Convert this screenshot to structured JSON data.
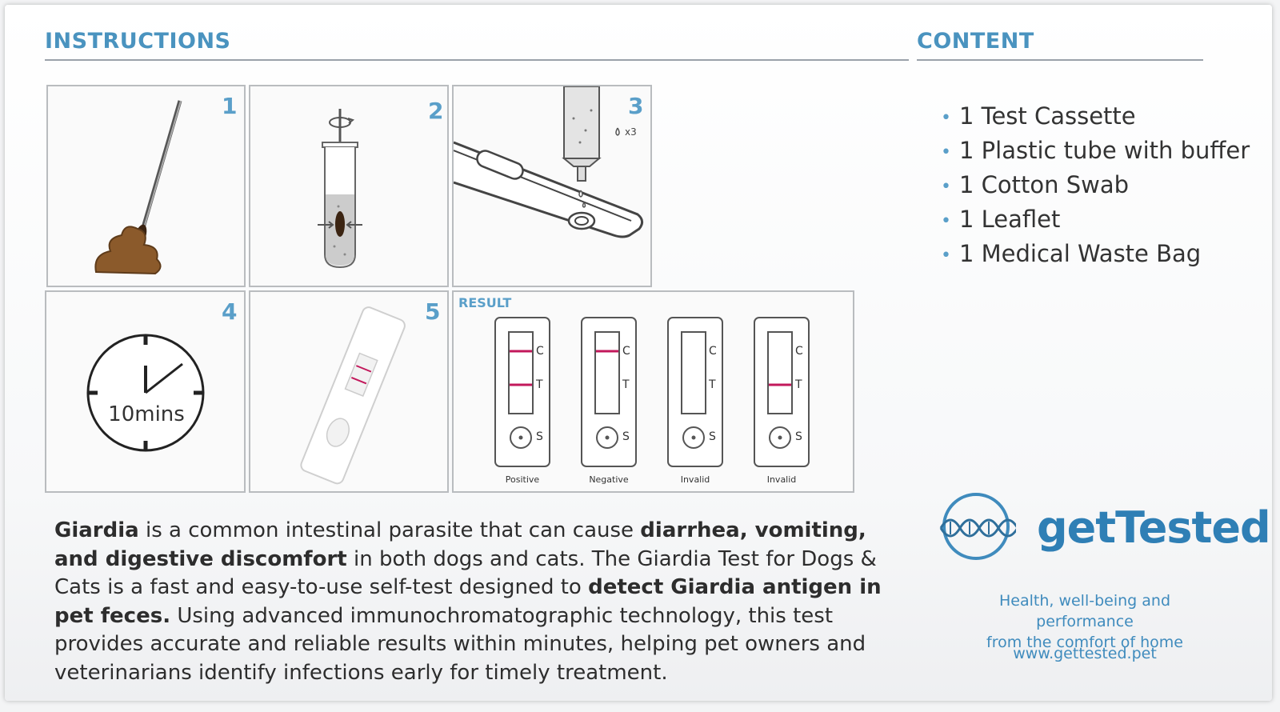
{
  "instructions": {
    "title": "INSTRUCTIONS",
    "steps": [
      {
        "number": "1",
        "icon": "swab-stool-icon"
      },
      {
        "number": "2",
        "icon": "tube-swirl-icon"
      },
      {
        "number": "3",
        "icon": "dropper-cassette-icon",
        "drop_label": "x3"
      },
      {
        "number": "4",
        "icon": "clock-icon",
        "timer_label": "10mins"
      },
      {
        "number": "5",
        "icon": "cassette-icon"
      }
    ],
    "result": {
      "label": "RESULT",
      "cassettes": [
        {
          "caption": "Positive",
          "c_line": true,
          "t_line": true
        },
        {
          "caption": "Negative",
          "c_line": true,
          "t_line": false
        },
        {
          "caption": "Invalid",
          "c_line": false,
          "t_line": false
        },
        {
          "caption": "Invalid",
          "c_line": false,
          "t_line": true
        }
      ],
      "markers": {
        "c": "C",
        "t": "T",
        "s": "S"
      }
    }
  },
  "content": {
    "title": "CONTENT",
    "items": [
      "1 Test Cassette",
      "1 Plastic tube with buffer",
      "1 Cotton Swab",
      "1 Leaflet",
      "1 Medical Waste Bag"
    ]
  },
  "description": {
    "p1": "Giardia",
    "p2": " is a common intestinal parasite that can cause ",
    "p3": "diarrhea, vomiting, and digestive discomfort",
    "p4": " in both dogs and cats. The Giardia Test for Dogs & Cats is a fast and easy-to-use self-test designed to ",
    "p5": "detect Giardia antigen in pet feces.",
    "p6": " Using advanced immunochromatographic technology, this test provides accurate and reliable results within minutes, helping pet owners and veterinarians identify infections early for timely treatment."
  },
  "brand": {
    "name": "getTested",
    "tagline_line1": "Health, well-being and performance",
    "tagline_line2": "from the comfort of home",
    "website": "www.gettested.pet",
    "logo_icon": "dna-circle-icon"
  },
  "colors": {
    "accent": "#4a93bf",
    "stool": "#8b5a2b",
    "result_line": "#c2185b"
  }
}
